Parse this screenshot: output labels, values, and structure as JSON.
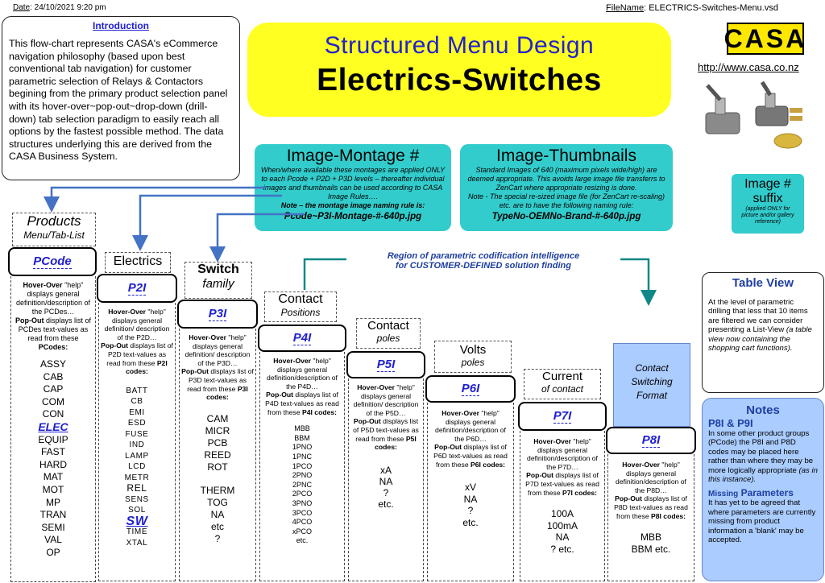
{
  "header": {
    "date_label": "Date",
    "date_value": ": 24/10/2021 9:20 pm",
    "file_label": "FileName",
    "file_value": ": ELECTRICS-Switches-Menu.vsd"
  },
  "intro": {
    "title": "Introduction",
    "text": "This flow-chart represents CASA's eCommerce navigation philosophy (based upon best conventional tab navigation) for customer parametric selection of Relays & Contactors begining from the primary product selection panel with its hover-over~pop-out~drop-down (drill-down) tab selection paradigm to easily reach all options by the fastest possible method. The data structures underlying this are derived from the CASA Business System."
  },
  "banner": {
    "line1": "Structured Menu Design",
    "line2": "Electrics-Switches"
  },
  "logo": {
    "text": "CASA",
    "url": "http://www.casa.co.nz"
  },
  "montage": {
    "title": "Image-Montage #",
    "body": "When/where available these montages are applied ONLY to each Pcode + P2D + P3D levels – thereafter individual images and thumbnails can be used according to CASA Image Rules….",
    "note": "Note – the montage image naming rule is:",
    "name": "Pcode~P3I-Montage-#-640p.jpg"
  },
  "thumbs": {
    "title": "Image-Thumbnails",
    "body": "Standard Images of 640 (maximum pixels wide/high) are deemed appropriate. This avoids large image file transferrs to ZenCart where appropriate resizing is done.",
    "note": "Note - The special re-sized image file (for ZenCart re-scaling) etc. are to have the following naming rule:",
    "name": "TypeNo-OEMNo-Brand-#-640p.jpg"
  },
  "suffix": {
    "title1": "Image #",
    "title2": "suffix",
    "sub": "(applied ONLY for picture and/or gallery reference)"
  },
  "region": {
    "line1": "Region of parametric codification intelligence",
    "line2": "for CUSTOMER-DEFINED solution finding"
  },
  "columns": [
    {
      "h1": "Products",
      "h2": "Menu/Tab-List",
      "code": "PCode",
      "desc": [
        "Hover-Over \"help\" displays general definition/description of the PCDes…",
        "Pop-Out displays list of PCDes text-values as read from these PCodes:"
      ],
      "values": [
        "ASSY",
        "CAB",
        "CAP",
        "COM",
        "CON",
        "ELEC",
        "EQUIP",
        "FAST",
        "HARD",
        "MAT",
        "MOT",
        "MP",
        "TRAN",
        "SEMI",
        "VAL",
        "OP"
      ],
      "selected": "ELEC"
    },
    {
      "h1": "Electrics",
      "h2": "",
      "code": "P2I",
      "desc": [
        "Hover-Over \"help\" displays general definition/ description of the P2D…",
        "Pop-Out displays list of P2D text-values as read from these P2I codes:"
      ],
      "values": [
        "BATT",
        "CB",
        "EMI",
        "ESD",
        "FUSE",
        "IND",
        "LAMP",
        "LCD",
        "METR",
        "REL",
        "SENS",
        "SOL",
        "SW",
        "TIME",
        "XTAL"
      ],
      "selected": "SW"
    },
    {
      "h1": "Switch",
      "h2": "family",
      "code": "P3I",
      "desc": [
        "Hover-Over \"help\" displays general definition/ description of the P3D…",
        "Pop-Out displays list of P3D text-values as read from these P3I codes:"
      ],
      "values": [
        "CAM",
        "MICR",
        "PCB",
        "REED",
        "ROT",
        "",
        "THERM",
        "TOG",
        "NA",
        "etc",
        "?"
      ],
      "selected": ""
    },
    {
      "h1": "Contact",
      "h2": "Positions",
      "code": "P4I",
      "desc": [
        "Hover-Over \"help\" displays general definition/description of the P4D…",
        "Pop-Out displays list of P4D text-values as read from these P4I codes:"
      ],
      "values": [
        "MBB",
        "BBM",
        "1PNO",
        "1PNC",
        "1PCO",
        "2PNO",
        "2PNC",
        "2PCO",
        "3PNO",
        "3PCO",
        "4PCO",
        "xPCO",
        "etc."
      ],
      "selected": ""
    },
    {
      "h1": "Contact",
      "h2": "poles",
      "code": "P5I",
      "desc": [
        "Hover-Over \"help\" displays general definition/ description of the P5D…",
        "Pop-Out displays list of P5D text-values as read from these P5I codes:"
      ],
      "values": [
        "xA",
        "NA",
        "?",
        "etc."
      ],
      "selected": ""
    },
    {
      "h1": "Volts",
      "h2": "poles",
      "code": "P6I",
      "desc": [
        "Hover-Over \"help\" displays general definition/description of the P6D…",
        "Pop-Out displays list of P6D text-values as read from these P6I codes:"
      ],
      "values": [
        "xV",
        "NA",
        "?",
        "etc."
      ],
      "selected": ""
    },
    {
      "h1": "Current",
      "h2": "of contact",
      "code": "P7I",
      "desc": [
        "Hover-Over \"help\" displays general definition/description of the P7D…",
        "Pop-Out displays list of P7D text-values as read from these P7I codes:"
      ],
      "values": [
        "100A",
        "100mA",
        "NA",
        "? etc."
      ],
      "selected": ""
    },
    {
      "h1": "Contact Switching Format",
      "h2": "",
      "code": "P8I",
      "desc": [
        "Hover-Over \"help\" displays general definition/description of the P8D…",
        "Pop-Out displays list of P8D text-values as read from these P8I codes:"
      ],
      "values": [
        "MBB",
        "BBM etc."
      ],
      "selected": ""
    }
  ],
  "tableview": {
    "title": "Table View",
    "text": "At the level of parametric drilling that less that 10 items are filtered we can consider presenting a List-View",
    "italic": "(a table view now containing the shopping cart functions)."
  },
  "notes": {
    "title": "Notes",
    "sub1": "P8I & P9I",
    "text1": "In some other product groups (PCode) the P8I and P8D codes may be placed here rather than where they may be more logically appropriate",
    "italic1": "(as in this instance).",
    "sub2a": "Missing",
    "sub2b": "Parameters",
    "text2": "It has yet to be agreed that where parameters are currently missing from product information a 'blank' may be accepted."
  },
  "colors": {
    "banner": "#ffff22",
    "teal": "#33cccc",
    "arrow": "#4472c4",
    "region_arrow": "#118888",
    "notes": "#aaccff",
    "accent": "#1f1fd0"
  }
}
